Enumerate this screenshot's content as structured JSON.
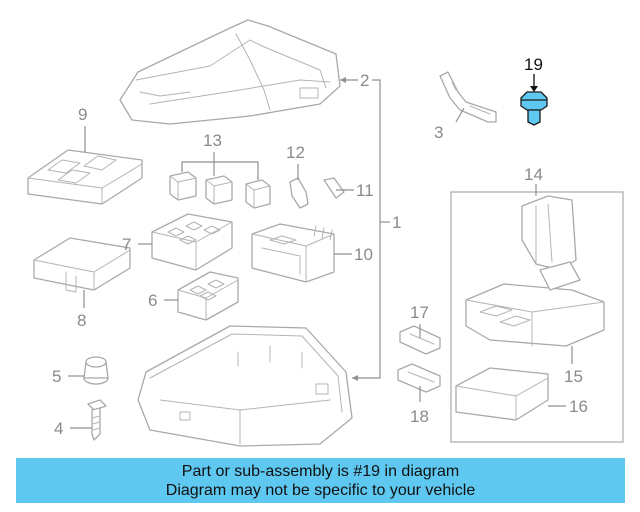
{
  "diagram": {
    "callouts": {
      "c1": "1",
      "c2": "2",
      "c3": "3",
      "c4": "4",
      "c5": "5",
      "c6": "6",
      "c7": "7",
      "c8": "8",
      "c9": "9",
      "c10": "10",
      "c11": "11",
      "c12": "12",
      "c13": "13",
      "c14": "14",
      "c15": "15",
      "c16": "16",
      "c17": "17",
      "c18": "18",
      "c19": "19"
    },
    "highlight_color": "#5ec8f0",
    "highlighted_part": "19"
  },
  "banner": {
    "line1": "Part or sub-assembly is #19 in diagram",
    "line2": "Diagram may not be specific to your vehicle",
    "background": "#5ec8f0"
  }
}
